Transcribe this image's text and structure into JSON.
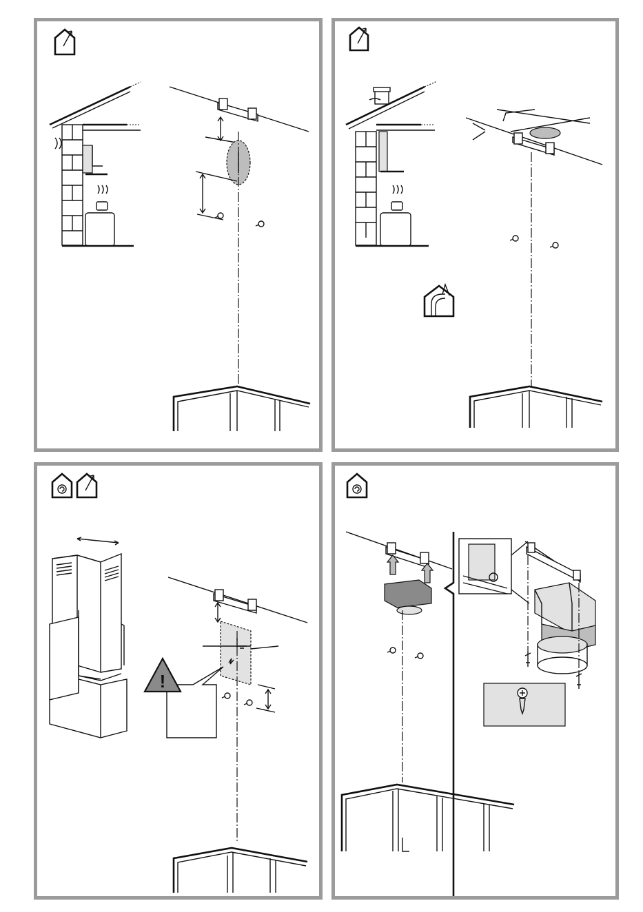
{
  "panels": [
    {
      "id": "p1",
      "icons": [
        "house-exhaust-icon"
      ]
    },
    {
      "id": "p2",
      "icons": [
        "house-exhaust-icon",
        "house-duct-outlet-icon"
      ]
    },
    {
      "id": "p3",
      "icons": [
        "house-recirculation-icon",
        "house-exhaust-icon"
      ],
      "warning_symbol": "!"
    },
    {
      "id": "p4",
      "icons": [
        "house-recirculation-icon"
      ]
    }
  ],
  "colors": {
    "frame": "#9b9b9b",
    "line": "#111111",
    "shade": "#bdbdbd"
  }
}
